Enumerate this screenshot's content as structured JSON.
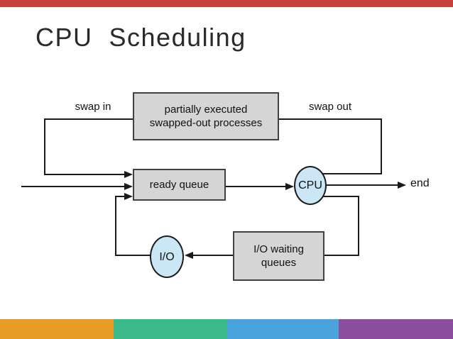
{
  "slide": {
    "title": "CPU  Scheduling",
    "top_bar_color": "#C6413A",
    "background_color": "#FFFFFF",
    "footer_colors": {
      "0": "#E89E26",
      "1": "#3CBA8E",
      "2": "#4BA3DC",
      "3": "#8C4FA0"
    }
  },
  "diagram": {
    "nodes": {
      "swapped_box": {
        "line1": "partially executed",
        "line2": "swapped-out processes",
        "fill": "#D5D5D5"
      },
      "ready_queue": {
        "label": "ready queue",
        "fill": "#D5D5D5"
      },
      "cpu": {
        "label": "CPU",
        "fill": "#CBE7F6"
      },
      "io": {
        "label": "I/O",
        "fill": "#CBE7F6"
      },
      "io_waiting_queues": {
        "line1": "I/O waiting",
        "line2": "queues",
        "fill": "#D5D5D5"
      }
    },
    "edge_labels": {
      "swap_in": "swap in",
      "swap_out": "swap out",
      "end": "end"
    },
    "colors": {
      "line": "#1A1A1A",
      "node_border": "#414141"
    },
    "edges": [
      "swapped_box -> ready_queue (swap in)",
      "new processes -> ready_queue",
      "io -> ready_queue",
      "ready_queue -> cpu",
      "cpu -> swapped_box (swap out)",
      "cpu -> end",
      "cpu -> io_waiting_queues",
      "io_waiting_queues -> io"
    ]
  }
}
